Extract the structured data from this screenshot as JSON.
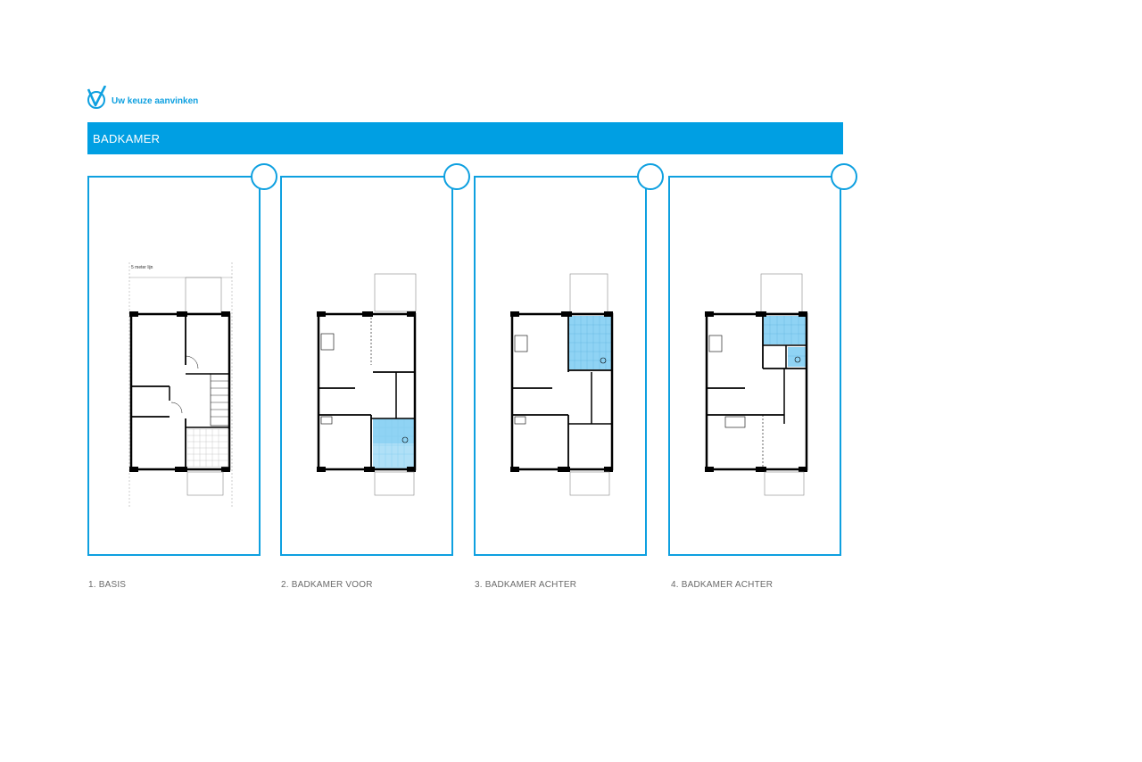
{
  "hint": {
    "text": "Uw keuze aanvinken",
    "icon": "checkmark-icon"
  },
  "banner": {
    "title": "BADKAMER",
    "color": "#009fe3"
  },
  "accent_color": "#0ea0e0",
  "bathroom_color": "#8fd3f4",
  "options": [
    {
      "caption": "1. BASIS",
      "note": "5 meter lijn"
    },
    {
      "caption": "2. BADKAMER VOOR"
    },
    {
      "caption": "3. BADKAMER ACHTER"
    },
    {
      "caption": "4. BADKAMER ACHTER"
    }
  ]
}
